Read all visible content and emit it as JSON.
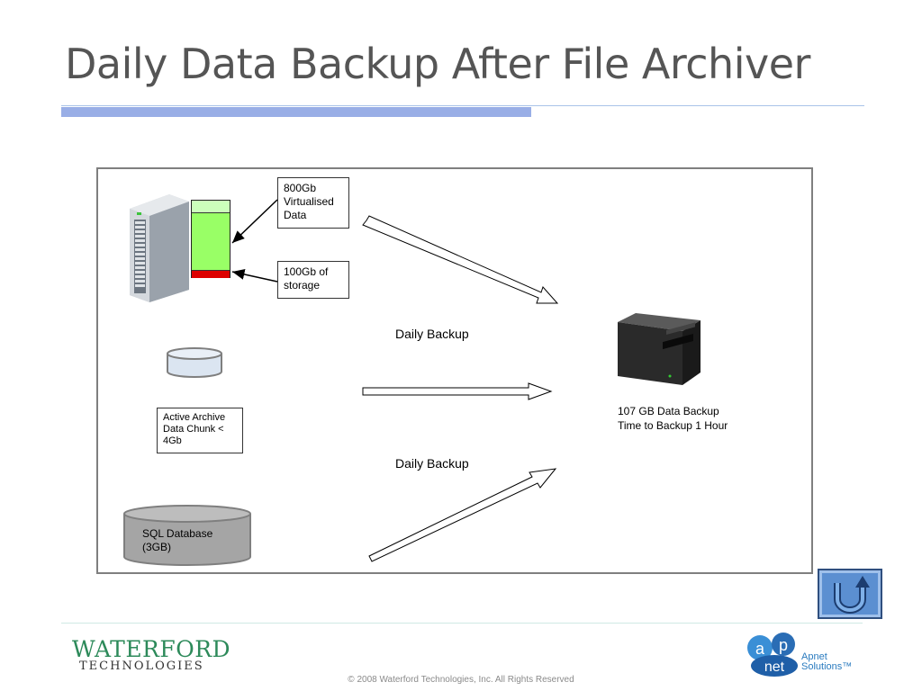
{
  "slide": {
    "title": "Daily Data Backup After File Archiver",
    "copyright": "© 2008 Waterford Technologies, Inc. All Rights Reserved"
  },
  "diagram": {
    "box_virtualised": "800Gb Virtualised Data",
    "box_storage": "100Gb of storage",
    "label_backup_1": "Daily Backup",
    "label_backup_2": "Daily Backup",
    "box_archive": "Active Archive Data Chunk < 4Gb",
    "sql_label": "SQL Database (3GB)",
    "backup_line_1": "107 GB Data Backup",
    "backup_line_2": "Time to Backup 1 Hour"
  },
  "logos": {
    "waterford": "WATERFORD",
    "technologies": "TECHNOLOGIES",
    "apnet_circle_a": "a",
    "apnet_circle_p": "p",
    "apnet_circle_net": "net",
    "apnet_name": "Apnet",
    "apnet_solutions": "Solutions™"
  },
  "icons": [
    "server-tower-icon",
    "tape-drive-icon",
    "database-cylinder-icon",
    "return-u-icon"
  ],
  "colors": {
    "title": "#555555",
    "accent_bar": "#99aee6",
    "storage_green": "#99ff66",
    "storage_red": "#dd0000",
    "button_blue": "#5b8fd1",
    "waterford_green": "#2d8a5a"
  }
}
